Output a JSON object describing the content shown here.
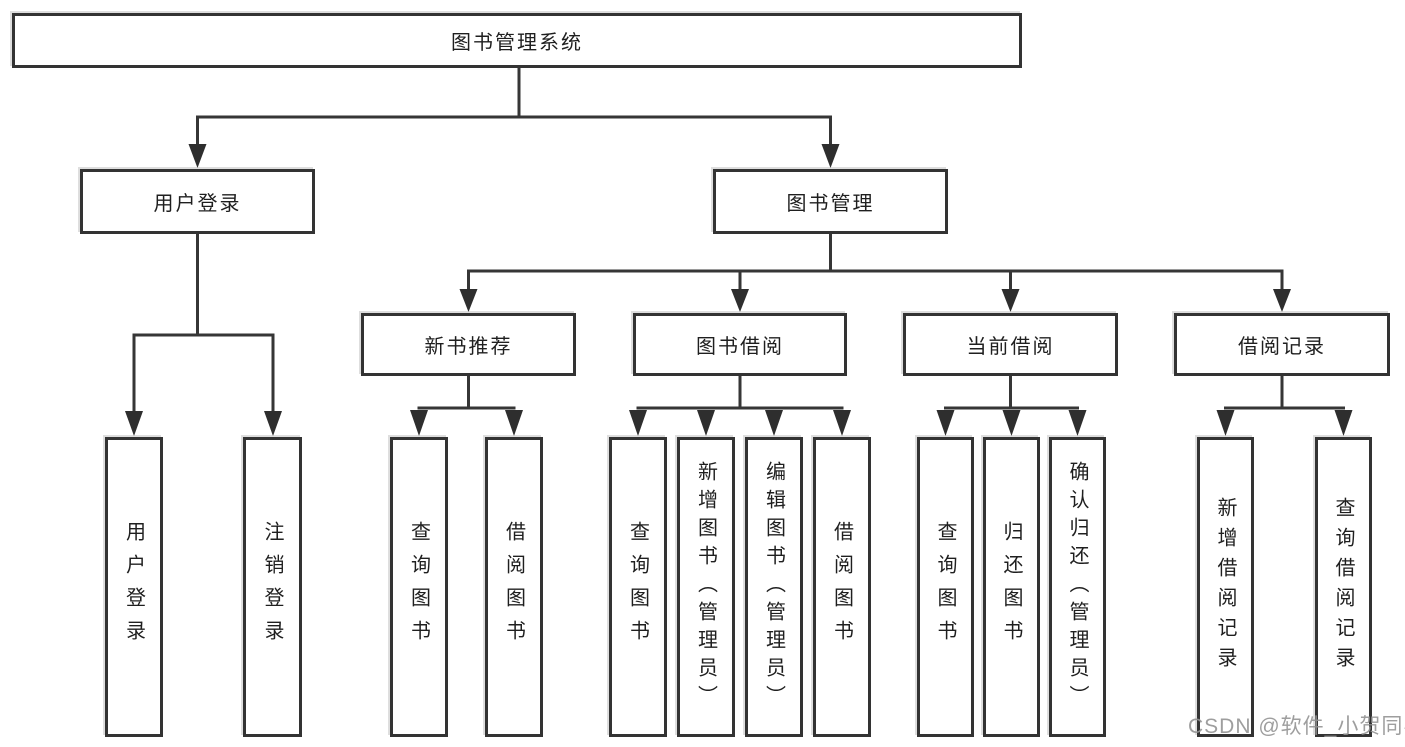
{
  "diagram": {
    "title": "图书管理系统",
    "type": "hierarchy-diagram",
    "colors": {
      "line": "#363636",
      "box_border": "#333333",
      "text": "#1f1f1f",
      "background": "#ffffff",
      "watermark": "#949494"
    },
    "tree": {
      "root": {
        "label": "图书管理系统"
      },
      "level2": [
        {
          "label": "用户登录",
          "children": [
            {
              "label": "用户登录"
            },
            {
              "label": "注销登录"
            }
          ]
        },
        {
          "label": "图书管理",
          "children": [
            {
              "label": "新书推荐",
              "children": [
                {
                  "label": "查询图书"
                },
                {
                  "label": "借阅图书"
                }
              ]
            },
            {
              "label": "图书借阅",
              "children": [
                {
                  "label": "查询图书"
                },
                {
                  "label": "新增图书（管理员）"
                },
                {
                  "label": "编辑图书（管理员）"
                },
                {
                  "label": "借阅图书"
                }
              ]
            },
            {
              "label": "当前借阅",
              "children": [
                {
                  "label": "查询图书"
                },
                {
                  "label": "归还图书"
                },
                {
                  "label": "确认归还（管理员）"
                }
              ]
            },
            {
              "label": "借阅记录",
              "children": [
                {
                  "label": "新增借阅记录"
                },
                {
                  "label": "查询借阅记录"
                }
              ]
            }
          ]
        }
      ]
    }
  },
  "watermark": {
    "text": "CSDN @软件_小贺同学"
  }
}
